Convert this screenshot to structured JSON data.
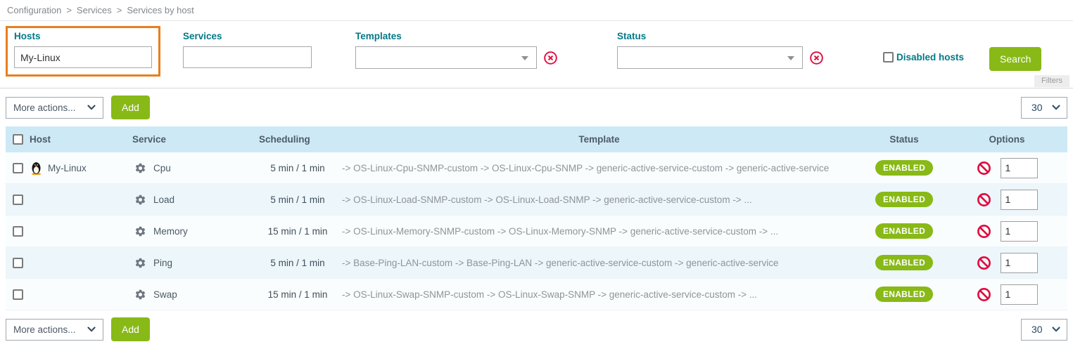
{
  "breadcrumb": {
    "separator": ">",
    "items": [
      "Configuration",
      "Services",
      "Services by host"
    ]
  },
  "filters": {
    "hosts": {
      "label": "Hosts",
      "value": "My-Linux"
    },
    "services": {
      "label": "Services",
      "value": ""
    },
    "templates": {
      "label": "Templates",
      "value": ""
    },
    "status": {
      "label": "Status",
      "value": ""
    },
    "disabled_hosts_label": "Disabled hosts",
    "search_button": "Search",
    "filters_caption": "Filters"
  },
  "toolbar": {
    "more_actions_label": "More actions...",
    "add_button": "Add",
    "page_size": "30"
  },
  "table": {
    "columns": [
      "Host",
      "Service",
      "Scheduling",
      "Template",
      "Status",
      "Options"
    ],
    "rows": [
      {
        "host": "My-Linux",
        "service": "Cpu",
        "scheduling": "5 min / 1 min",
        "template": "-> OS-Linux-Cpu-SNMP-custom -> OS-Linux-Cpu-SNMP -> generic-active-service-custom -> generic-active-service",
        "status": "ENABLED",
        "options_value": "1"
      },
      {
        "host": "",
        "service": "Load",
        "scheduling": "5 min / 1 min",
        "template": "-> OS-Linux-Load-SNMP-custom -> OS-Linux-Load-SNMP -> generic-active-service-custom -> ...",
        "status": "ENABLED",
        "options_value": "1"
      },
      {
        "host": "",
        "service": "Memory",
        "scheduling": "15 min / 1 min",
        "template": "-> OS-Linux-Memory-SNMP-custom -> OS-Linux-Memory-SNMP -> generic-active-service-custom -> ...",
        "status": "ENABLED",
        "options_value": "1"
      },
      {
        "host": "",
        "service": "Ping",
        "scheduling": "5 min / 1 min",
        "template": "-> Base-Ping-LAN-custom -> Base-Ping-LAN -> generic-active-service-custom -> generic-active-service",
        "status": "ENABLED",
        "options_value": "1"
      },
      {
        "host": "",
        "service": "Swap",
        "scheduling": "15 min / 1 min",
        "template": "-> OS-Linux-Swap-SNMP-custom -> OS-Linux-Swap-SNMP -> generic-active-service-custom -> ...",
        "status": "ENABLED",
        "options_value": "1"
      }
    ]
  },
  "colors": {
    "accent_green": "#88b917",
    "label_teal": "#007987",
    "highlight_orange": "#e87e1d",
    "danger_red": "#e00b3d",
    "table_header_blue": "#cde9f6"
  },
  "icons": {
    "host_icon": "tux-penguin-icon",
    "service_icon": "gear-icon",
    "options_icon": "prohibition-icon",
    "clear_icon": "circled-x-icon"
  }
}
